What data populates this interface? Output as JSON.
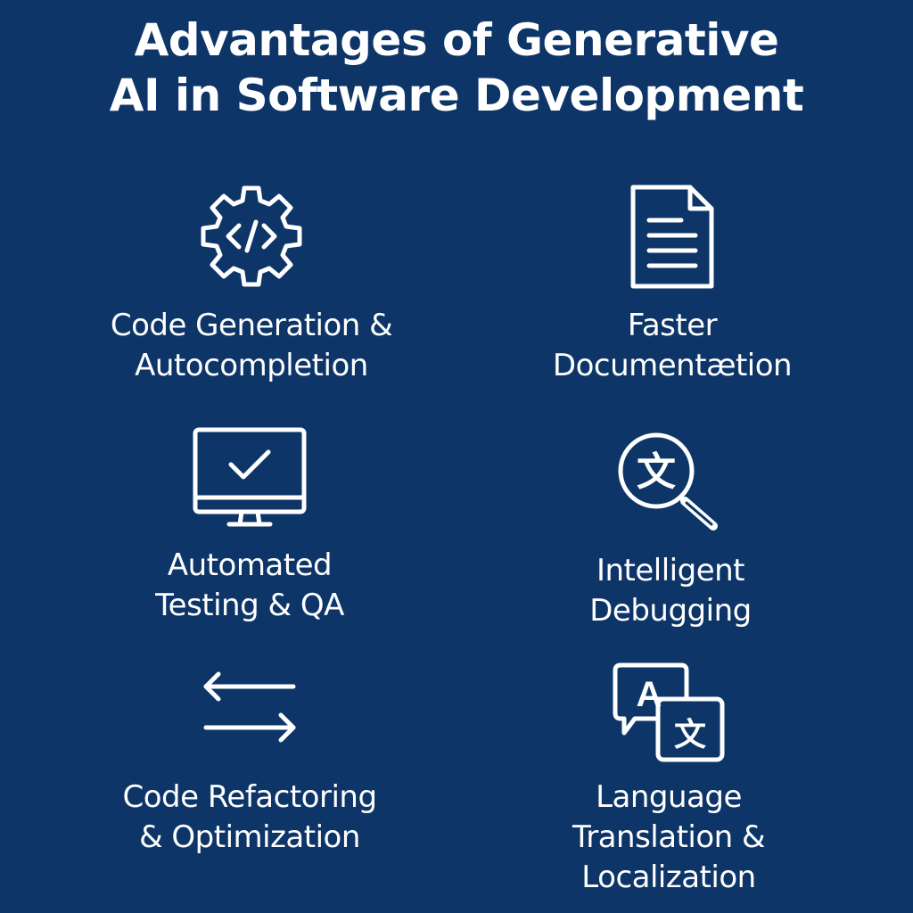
{
  "title": {
    "line1": "Advantages of Generative",
    "line2": "AI in Software Development"
  },
  "items": [
    {
      "icon": "code-gear-icon",
      "lines": [
        "Code Generation &",
        "Autocompletion"
      ]
    },
    {
      "icon": "document-icon",
      "lines": [
        "Faster",
        "Documentætion"
      ]
    },
    {
      "icon": "monitor-check-icon",
      "lines": [
        "Automated",
        "Testing & QA"
      ]
    },
    {
      "icon": "magnify-translate-icon",
      "lines": [
        "Intelligent",
        "Debugging"
      ]
    },
    {
      "icon": "swap-arrows-icon",
      "lines": [
        "Code Refactoring",
        "& Optimization"
      ]
    },
    {
      "icon": "language-translate-icon",
      "lines": [
        "Language",
        "Translation &",
        "Localization"
      ]
    }
  ],
  "glyphs": {
    "translate_char": "文",
    "latin_char": "A"
  },
  "colors": {
    "background": "#0d3568",
    "foreground": "#ffffff"
  }
}
